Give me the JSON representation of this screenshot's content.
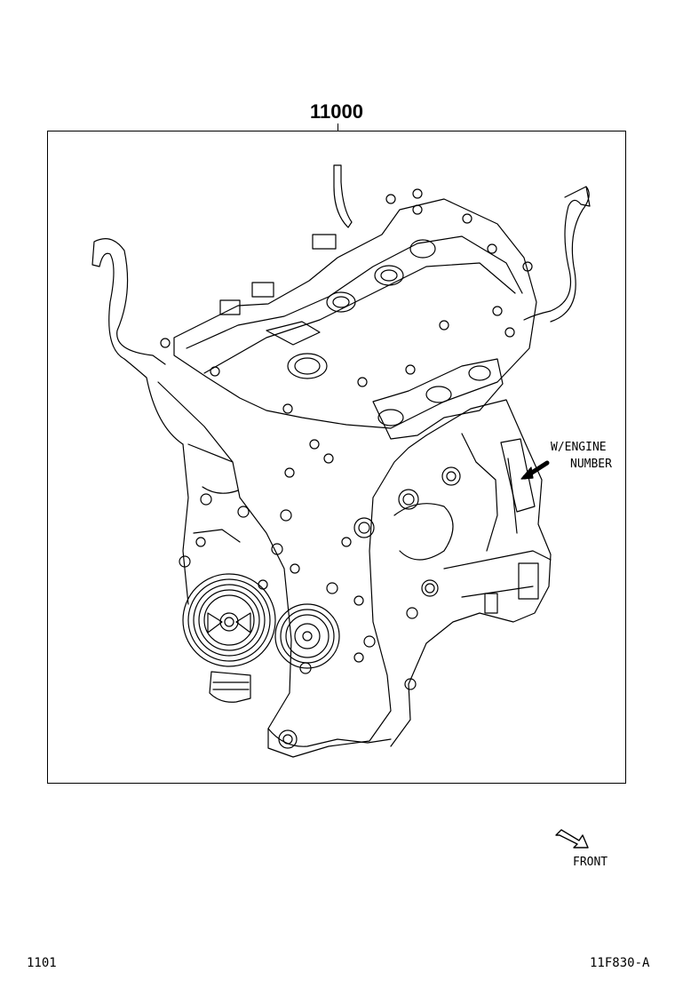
{
  "diagram": {
    "part_number": "11000",
    "callout": {
      "line1": "W/ENGINE",
      "line2": "NUMBER"
    },
    "direction_label": "FRONT",
    "figure_id": "1101",
    "illustration_code": "11F830-A",
    "colors": {
      "line": "#000000",
      "background": "#ffffff"
    },
    "illustration_subject": "engine-assembly"
  }
}
